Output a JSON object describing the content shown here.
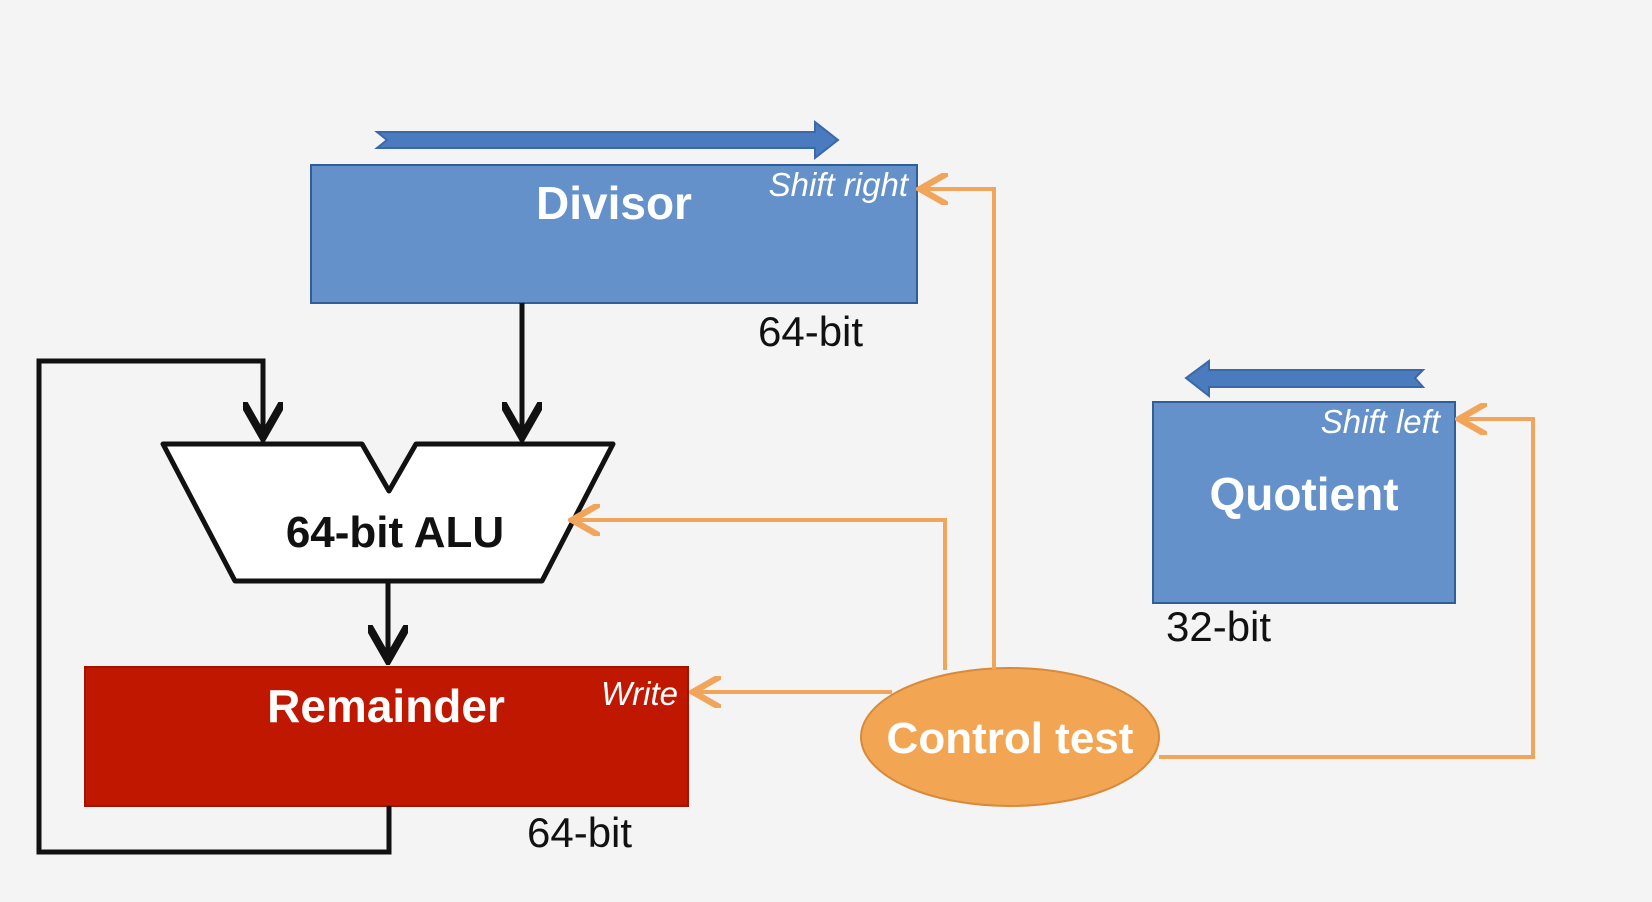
{
  "divisor": {
    "title": "Divisor",
    "action": "Shift right",
    "width": "64-bit"
  },
  "alu": {
    "label": "64-bit ALU"
  },
  "remainder": {
    "title": "Remainder",
    "action": "Write",
    "width": "64-bit"
  },
  "quotient": {
    "title": "Quotient",
    "action": "Shift left",
    "width": "32-bit"
  },
  "control": {
    "label": "Control test"
  },
  "colors": {
    "blue_box": "#6491c9",
    "blue_arrow": "#4a7bbf",
    "red_box": "#c01800",
    "orange": "#f1a55a",
    "black": "#111111"
  }
}
